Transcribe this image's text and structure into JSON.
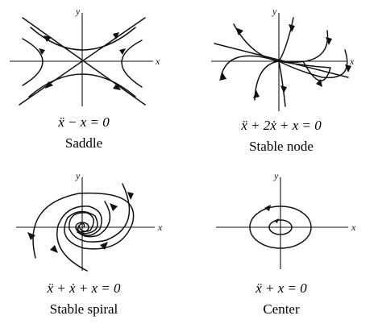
{
  "panels": [
    {
      "id": "saddle",
      "equation": "ẍ − x = 0",
      "name": "Saddle",
      "x_axis_label": "x",
      "y_axis_label": "y"
    },
    {
      "id": "stable-node",
      "equation": "ẍ + 2ẋ + x = 0",
      "name": "Stable node",
      "x_axis_label": "x",
      "y_axis_label": "y"
    },
    {
      "id": "stable-spiral",
      "equation": "ẍ + ẋ + x = 0",
      "name": "Stable spiral",
      "x_axis_label": "x",
      "y_axis_label": "y"
    },
    {
      "id": "center",
      "equation": "ẍ + x = 0",
      "name": "Center",
      "x_axis_label": "x",
      "y_axis_label": "y"
    }
  ]
}
